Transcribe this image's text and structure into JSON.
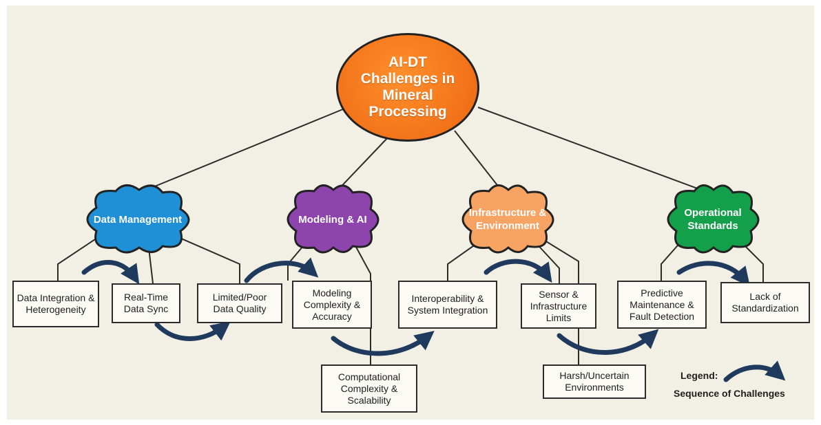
{
  "root": {
    "label": "AI-DT Challenges in Mineral Processing",
    "color": "#f2721a"
  },
  "categories": [
    {
      "id": "data",
      "label": "Data Management",
      "color": "#1f8fd6"
    },
    {
      "id": "model",
      "label": "Modeling & AI",
      "color": "#8e44ad"
    },
    {
      "id": "infra",
      "label": "Infrastructure & Environment",
      "color": "#f7a363"
    },
    {
      "id": "ops",
      "label": "Operational Standards",
      "color": "#14a04a"
    }
  ],
  "challenges": [
    {
      "id": "c1",
      "label": "Data Integration & Heterogeneity"
    },
    {
      "id": "c2",
      "label": "Real-Time Data Sync"
    },
    {
      "id": "c3",
      "label": "Limited/Poor Data Quality"
    },
    {
      "id": "c4",
      "label": "Modeling Complexity & Accuracy"
    },
    {
      "id": "c5",
      "label": "Computational Complexity & Scalability"
    },
    {
      "id": "c6",
      "label": "Interoperability & System Integration"
    },
    {
      "id": "c7",
      "label": "Sensor & Infrastructure Limits"
    },
    {
      "id": "c8",
      "label": "Harsh/Uncertain Environments"
    },
    {
      "id": "c9",
      "label": "Predictive Maintenance & Fault Detection"
    },
    {
      "id": "c10",
      "label": "Lack of Standardization"
    }
  ],
  "legend": {
    "title": "Legend:",
    "description": "Sequence of Challenges"
  },
  "colors": {
    "arrow": "#1f3a5c",
    "line": "#2b2b2b",
    "background": "#f2efe5"
  }
}
